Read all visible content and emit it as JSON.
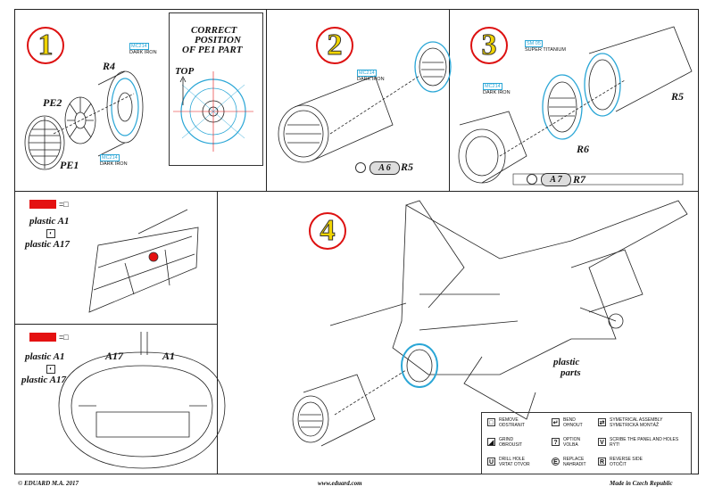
{
  "steps": {
    "s1": "1",
    "s2": "2",
    "s3": "3",
    "s4": "4"
  },
  "correct_position": {
    "line1": "CORRECT",
    "line2": "POSITION",
    "line3": "OF PE1 PART",
    "top_label": "TOP"
  },
  "parts": {
    "r4": "R4",
    "pe2": "PE2",
    "pe1": "PE1",
    "r5a": "R5",
    "r5b": "R5",
    "r6": "R6",
    "r7": "R7",
    "a1": "A1",
    "a17": "A17"
  },
  "paints": {
    "mc214_a": {
      "code": "MC214",
      "name": "DARK IRON"
    },
    "mc214_b": {
      "code": "MC214",
      "name": "DARK IRON"
    },
    "mc214_c": {
      "code": "MC214",
      "name": "DARK IRON"
    },
    "mc214_d": {
      "code": "MC214",
      "name": "DARK IRON"
    },
    "sm05": {
      "code": "SM 05",
      "name": "SUPER TITANIUM"
    }
  },
  "refs": {
    "a6": "A 6",
    "a7": "A 7"
  },
  "plastic": {
    "a1_top": "plastic A1",
    "a17_top": "plastic A17",
    "a1_bottom": "plastic A1",
    "a17_bottom": "plastic A17",
    "parts_l1": "plastic",
    "parts_l2": "parts"
  },
  "legend": [
    {
      "icon": "remove-icon",
      "l1": "REMOVE",
      "l2": "ODSTRANIT"
    },
    {
      "icon": "bend-icon",
      "l1": "BEND",
      "l2": "OHNOUT"
    },
    {
      "icon": "symmetrical-icon",
      "l1": "SYMETRICAL ASSEMBLY",
      "l2": "SYMETRICKÁ MONTÁŽ"
    },
    {
      "icon": "grind-icon",
      "l1": "GRIND",
      "l2": "OBROUSIT"
    },
    {
      "icon": "option-icon",
      "l1": "OPTION",
      "l2": "VOLBA"
    },
    {
      "icon": "scribe-icon",
      "l1": "SCRIBE THE PANEL AND HOLES",
      "l2": "RÝT!"
    },
    {
      "icon": "drill-icon",
      "l1": "DRILL HOLE",
      "l2": "VRTAT OTVOR"
    },
    {
      "icon": "replace-icon",
      "l1": "REPLACE",
      "l2": "NAHRADIT"
    },
    {
      "icon": "reverse-icon",
      "l1": "REVERSE SIDE",
      "l2": "OTOČIT"
    }
  ],
  "legend_symbols": {
    "option": "?",
    "scribe": "V",
    "drill": "U",
    "replace": "E",
    "reverse": "R"
  },
  "footer": {
    "left": "© EDUARD  M.A. 2017",
    "center": "www.eduard.com",
    "right": "Made in Czech Republic"
  },
  "colors": {
    "accent_red": "#e41111",
    "paint_blue": "#2aa6d6",
    "step_yellow": "#f0d400"
  }
}
